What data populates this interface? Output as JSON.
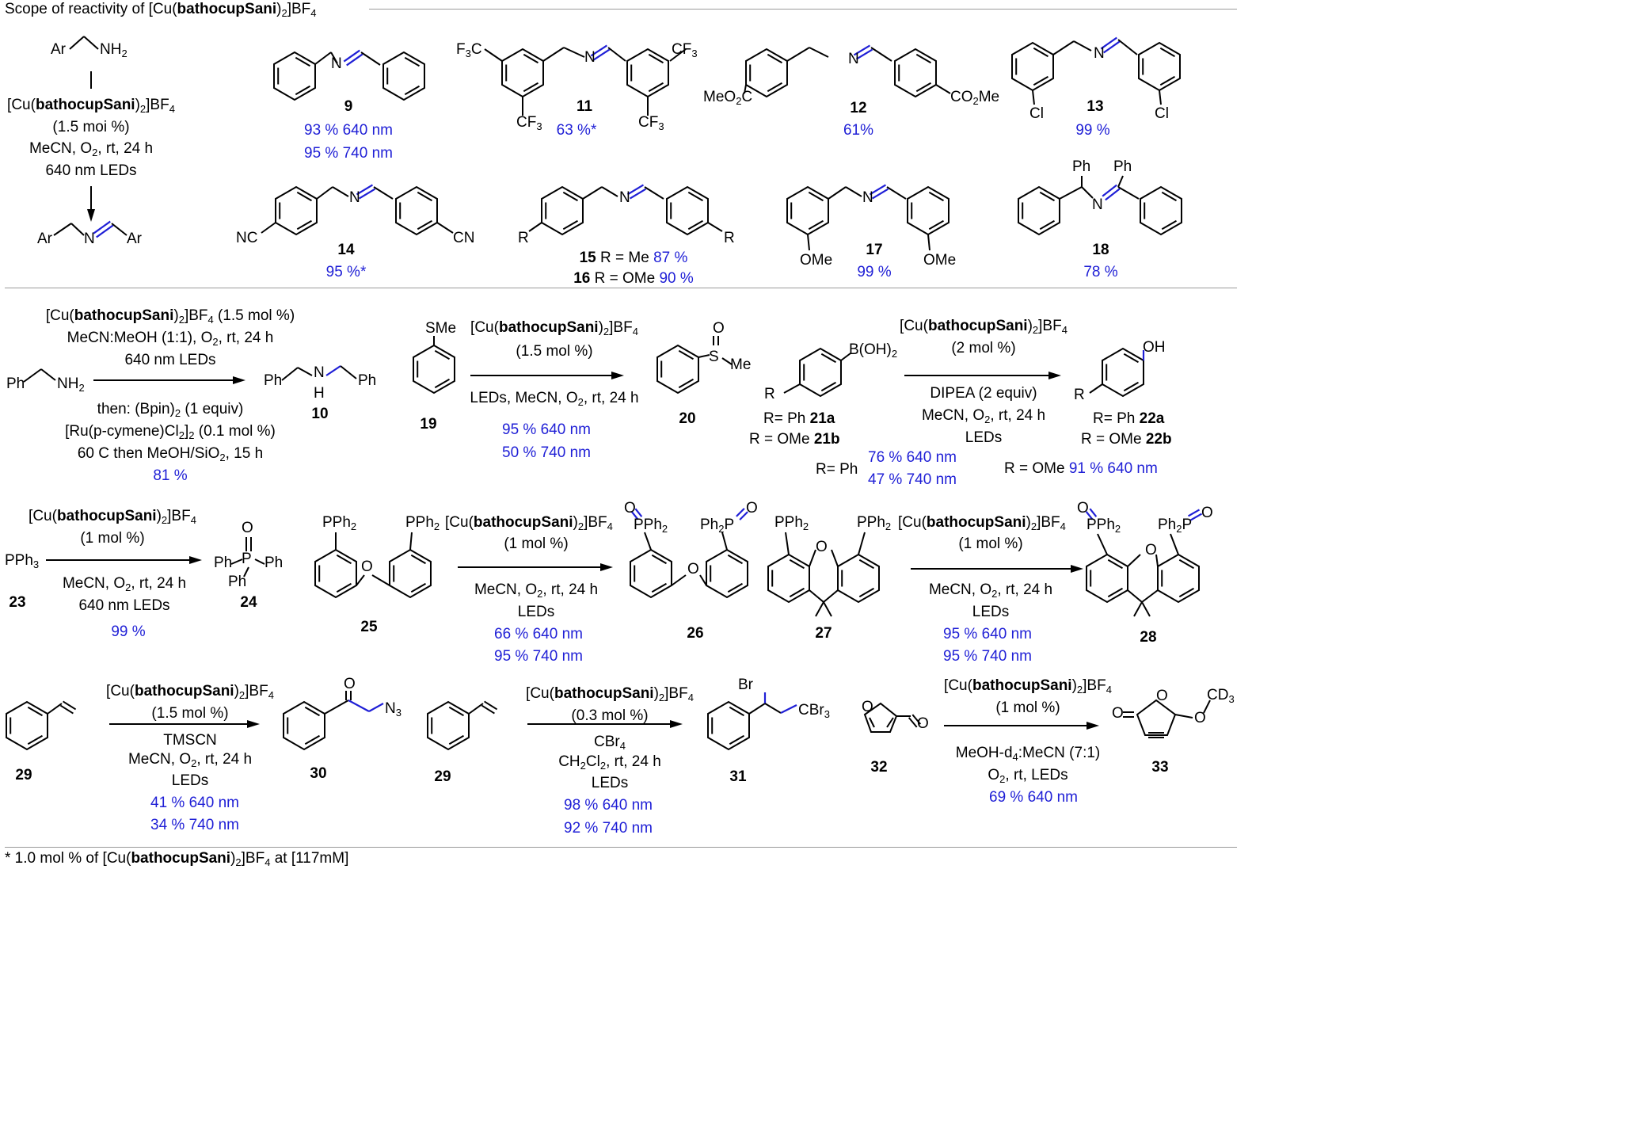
{
  "title": {
    "pre": "Scope of reactivity of [Cu(",
    "bold": "bathocupSani",
    "post": ")",
    "sub": "2",
    "post2": "]BF",
    "sub2": "4"
  },
  "general": {
    "reactant": "Ar",
    "reactant_nh2": "NH",
    "catalyst": "[Cu(bathocupSani)2]BF4",
    "loading": "(1.5 moi %)",
    "conditions": "MeCN, O2, rt, 24 h",
    "light": "640 nm LEDs",
    "product_ar1": "Ar",
    "product_n": "N",
    "product_ar2": "Ar"
  },
  "imines": [
    {
      "num": "9",
      "yields": [
        "93 % 640 nm",
        "95 % 740 nm"
      ]
    },
    {
      "num": "11",
      "yields": [
        "63 %*"
      ],
      "subs": [
        "F3C",
        "CF3",
        "CF3",
        "CF3"
      ]
    },
    {
      "num": "12",
      "yields": [
        "61%"
      ],
      "subs": [
        "MeO2C",
        "CO2Me"
      ]
    },
    {
      "num": "13",
      "yields": [
        "99 %"
      ],
      "subs": [
        "Cl",
        "Cl"
      ]
    },
    {
      "num": "14",
      "yields": [
        "95 %*"
      ],
      "subs": [
        "NC",
        "CN"
      ]
    },
    {
      "num": "15",
      "label": "R = Me",
      "yield": "87 %"
    },
    {
      "num": "16",
      "label": "R = OMe",
      "yield": "90 %"
    },
    {
      "num": "17",
      "yields": [
        "99 %"
      ],
      "subs": [
        "OMe",
        "OMe"
      ]
    },
    {
      "num": "18",
      "yields": [
        "78 %"
      ],
      "subs": [
        "Ph",
        "Ph"
      ]
    }
  ],
  "rxn10": {
    "reagent": "Ph",
    "cond": [
      "[Cu(bathocupSani)2]BF4 (1.5 mol %)",
      "MeCN:MeOH (1:1), O2, rt, 24 h",
      "640 nm LEDs",
      "then: (Bpin)2 (1 equiv)",
      "[Ru(p-cymene)Cl2]2 (0.1 mol %)",
      "60 C then MeOH/SiO2, 15 h"
    ],
    "yield": "81 %",
    "num": "10"
  },
  "rxn20": {
    "num_sm": "19",
    "num_p": "20",
    "cond": [
      "(1.5 mol %)",
      "LEDs, MeCN, O2, rt, 24 h"
    ],
    "yields": [
      "95 % 640 nm",
      "50 % 740 nm"
    ]
  },
  "rxn22": {
    "cond": [
      "(2 mol %)",
      "DIPEA (2 equiv)",
      "MeCN, O2, rt, 24 h",
      "LEDs"
    ],
    "sm_labels": [
      "R= Ph",
      "21a",
      "R = OMe",
      "21b"
    ],
    "p_labels": [
      "R= Ph",
      "22a",
      "R = OMe",
      "22b"
    ],
    "yields_a_label": "R= Ph",
    "yields_a": [
      "76 % 640 nm",
      "47 % 740 nm"
    ],
    "yields_b_label": "R = OMe",
    "yield_b": "91 % 640 nm"
  },
  "rxn24": {
    "num_sm": "23",
    "num_p": "24",
    "cond": [
      "(1 mol %)",
      "MeCN, O2, rt, 24 h",
      "640 nm LEDs"
    ],
    "yield": "99 %"
  },
  "rxn26": {
    "num_sm": "25",
    "num_p": "26",
    "cond": [
      "(1 mol %)",
      "MeCN, O2, rt, 24 h",
      "LEDs"
    ],
    "yields": [
      "66 % 640 nm",
      "95 % 740 nm"
    ]
  },
  "rxn28": {
    "num_sm": "27",
    "num_p": "28",
    "cond": [
      "(1 mol %)",
      "MeCN, O2, rt, 24 h",
      "LEDs"
    ],
    "yields": [
      "95 % 640 nm",
      "95 % 740 nm"
    ]
  },
  "rxn30": {
    "num_sm": "29",
    "num_p": "30",
    "cond": [
      "(1.5 mol %)",
      "TMSCN",
      "MeCN, O2, rt, 24 h",
      "LEDs"
    ],
    "yields": [
      "41 % 640 nm",
      "34 % 740 nm"
    ]
  },
  "rxn31": {
    "num_sm": "29",
    "num_p": "31",
    "cond": [
      "(0.3 mol %)",
      "CBr4",
      "CH2Cl2, rt, 24 h",
      "LEDs"
    ],
    "yields": [
      "98 % 640 nm",
      "92 % 740 nm"
    ]
  },
  "rxn33": {
    "num_sm": "32",
    "num_p": "33",
    "cond": [
      "(1 mol %)",
      "MeOH-d4:MeCN (7:1)",
      "O2, rt, LEDs"
    ],
    "yield": "69 % 640 nm"
  },
  "footnote": {
    "pre": "* 1.0 mol % of [Cu(",
    "bold": "bathocupSani",
    "post": ")",
    "sub": "2",
    "post2": "]BF",
    "sub2": "4",
    "post3": " at [117mM]"
  }
}
